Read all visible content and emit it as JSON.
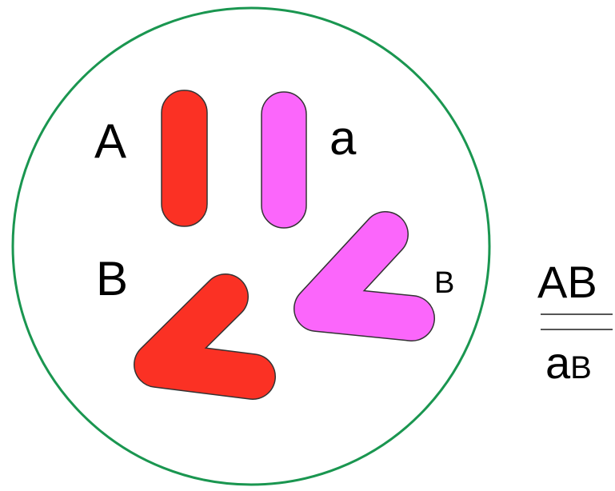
{
  "labels": {
    "gene_A": "A",
    "gene_a": "a",
    "gene_B_left": "B",
    "gene_B_right": "B"
  },
  "genotype": {
    "numerator": "AB",
    "denominator_first": "a",
    "denominator_second": "B"
  },
  "colors": {
    "cell_border": "#1a9650",
    "chromosome_red": "#fb3124",
    "chromosome_pink": "#fb66fb",
    "outline": "#333333",
    "text": "#000000",
    "fraction_lines": "#555555"
  }
}
